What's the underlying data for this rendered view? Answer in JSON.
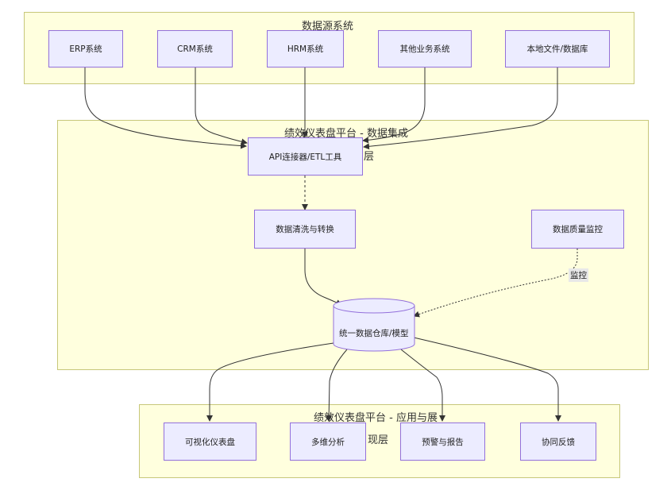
{
  "clusters": {
    "sources": {
      "title": "数据源系统"
    },
    "integration": {
      "title": "绩效仪表盘平台 - 数据集成",
      "title_wrap": "层"
    },
    "presentation": {
      "title": "绩效仪表盘平台 - 应用与展",
      "title_wrap": "现层"
    }
  },
  "nodes": {
    "erp": "ERP系统",
    "crm": "CRM系统",
    "hrm": "HRM系统",
    "other": "其他业务系统",
    "local": "本地文件/数据库",
    "api": "API连接器/ETL工具",
    "clean": "数据清洗与转换",
    "quality": "数据质量监控",
    "warehouse": "统一数据仓库/模型",
    "viz": "可视化仪表盘",
    "multi": "多维分析",
    "alert": "预警与报告",
    "collab": "协同反馈"
  },
  "edge_labels": {
    "monitor": "监控"
  },
  "colors": {
    "cluster_fill": "#ffffde",
    "cluster_border": "#c7c77a",
    "node_fill": "#ececff",
    "node_border": "#9370db",
    "edge": "#333333"
  }
}
